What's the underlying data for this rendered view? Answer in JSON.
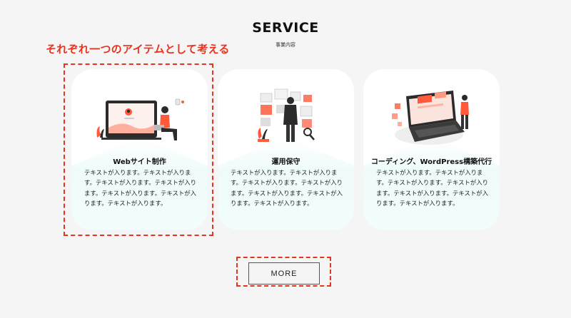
{
  "section": {
    "title": "SERVICE",
    "subtitle": "事業内容"
  },
  "annotation": {
    "label": "それぞれ一つのアイテムとして考える",
    "color": "#e8331f"
  },
  "cards": [
    {
      "illustration": "web-design-illustration-icon",
      "title": "Webサイト制作",
      "text": "テキストが入ります。テキストが入ります。テキストが入ります。テキストが入ります。テキストが入ります。テキストが入ります。テキストが入ります。"
    },
    {
      "illustration": "maintenance-illustration-icon",
      "title": "運用保守",
      "text": "テキストが入ります。テキストが入ります。テキストが入ります。テキストが入ります。テキストが入ります。テキストが入ります。テキストが入ります。"
    },
    {
      "illustration": "coding-laptop-illustration-icon",
      "title": "コーディング、WordPress構築代行",
      "text": "テキストが入ります。テキストが入ります。テキストが入ります。テキストが入ります。テキストが入ります。テキストが入ります。テキストが入ります。"
    }
  ],
  "more_button": {
    "label": "MORE"
  },
  "colors": {
    "accent": "#ff5a3c",
    "background": "#f5f5f5",
    "card": "#ffffff",
    "tint": "#effbfb"
  }
}
